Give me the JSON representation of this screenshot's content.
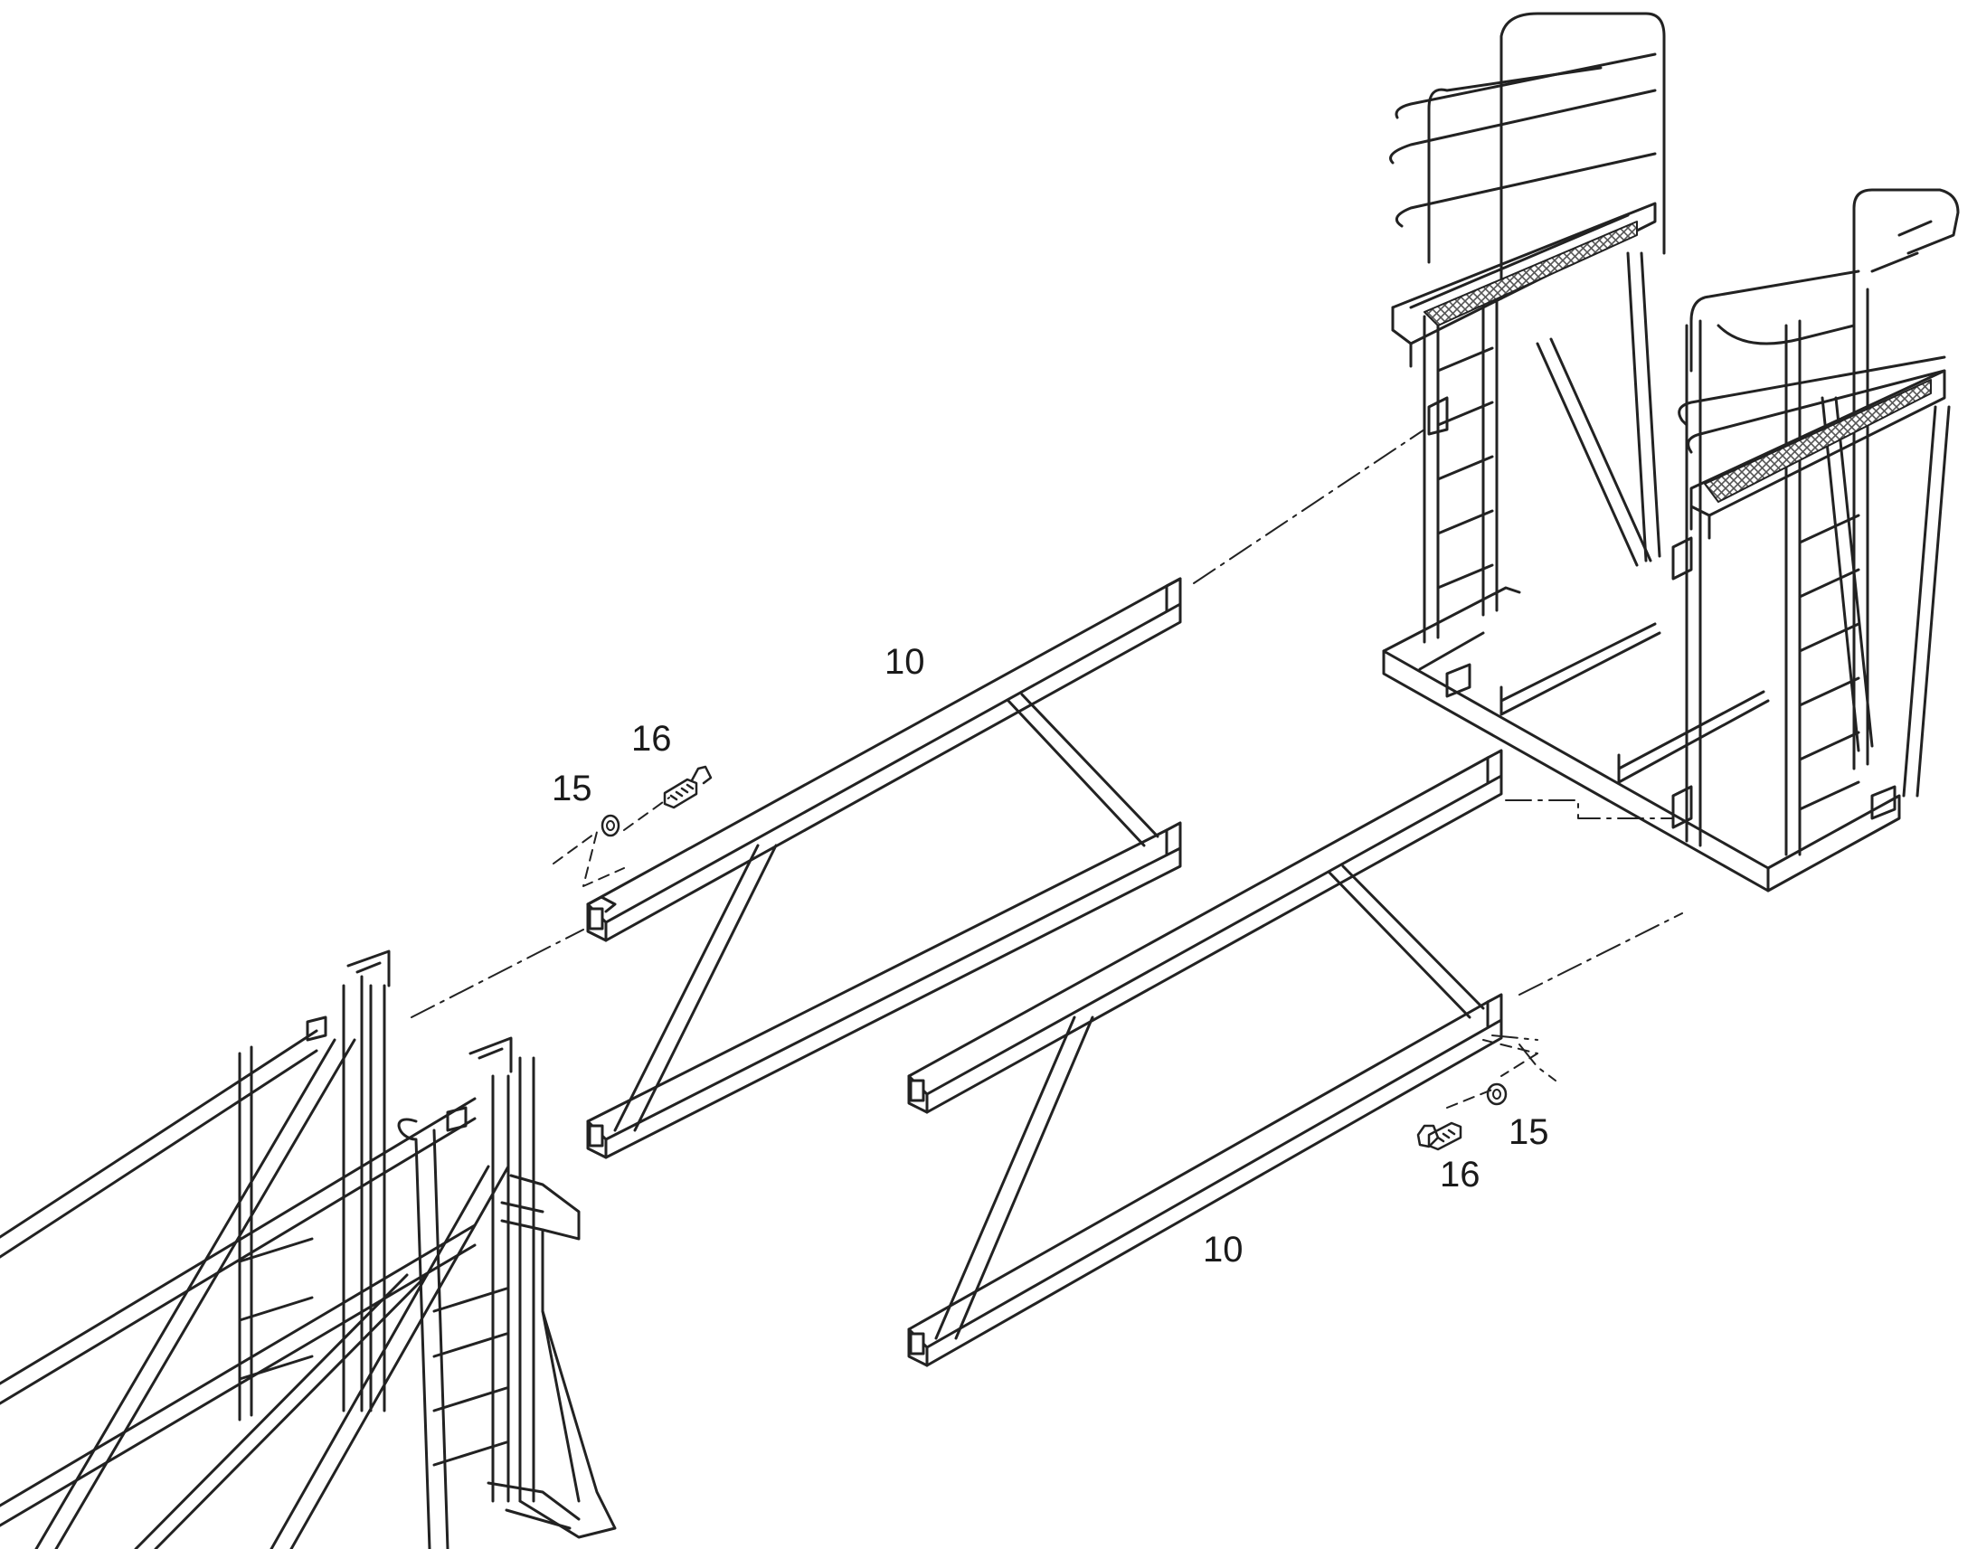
{
  "callouts": {
    "frame_upper": "10",
    "frame_lower": "10",
    "bolt_left": "16",
    "washer_left": "15",
    "bolt_right": "16",
    "washer_right": "15"
  },
  "colors": {
    "line": "#222222",
    "grating": "#555555",
    "background": "#ffffff"
  }
}
